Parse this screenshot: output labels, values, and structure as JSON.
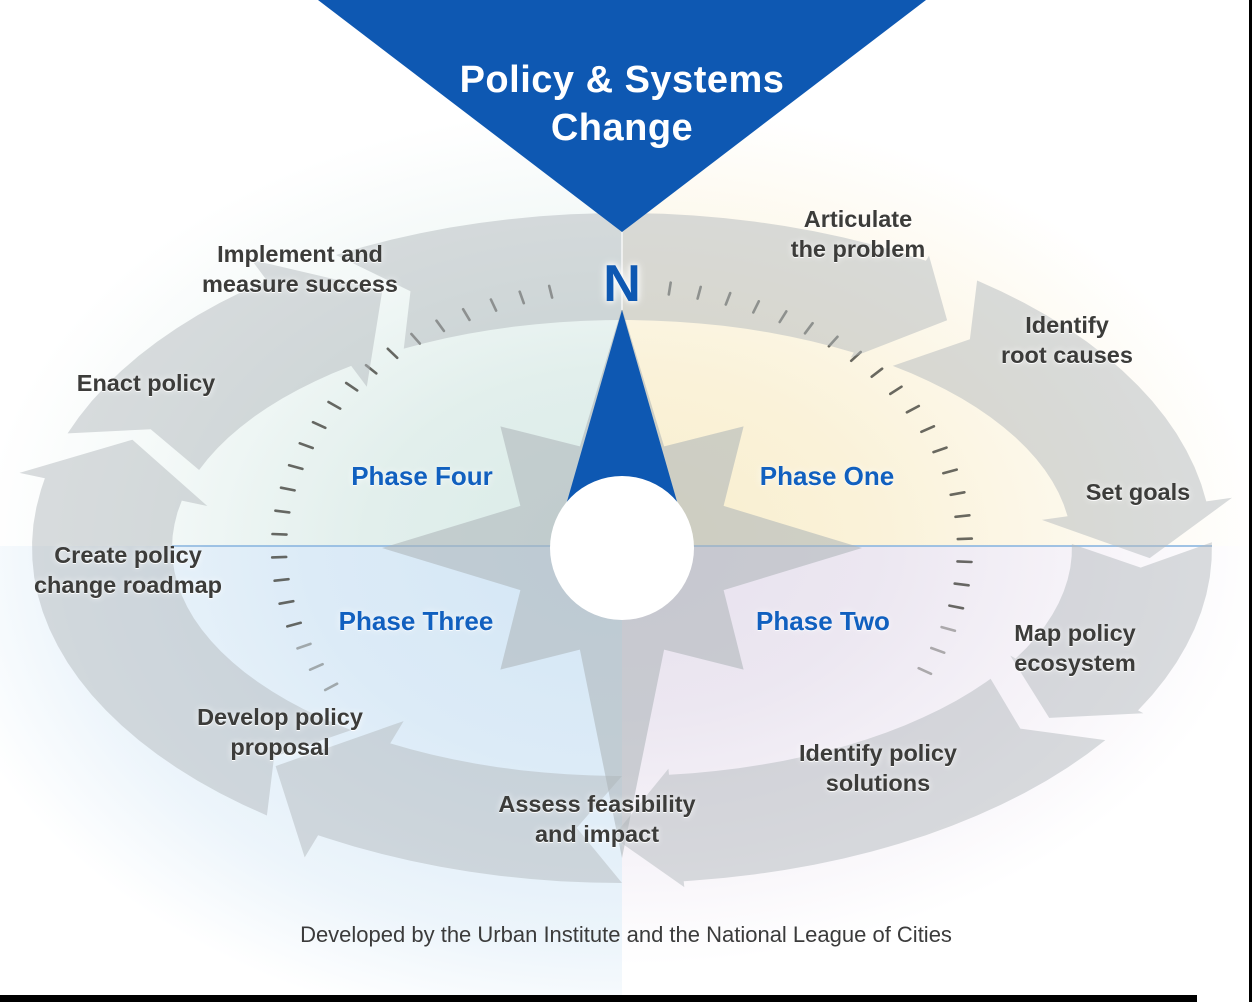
{
  "title": {
    "line1": "Policy & Systems",
    "line2": "Change"
  },
  "compass": {
    "north": "N"
  },
  "phases": [
    {
      "label": "Phase One"
    },
    {
      "label": "Phase Two"
    },
    {
      "label": "Phase Three"
    },
    {
      "label": "Phase Four"
    }
  ],
  "steps": [
    {
      "phase": "Phase One",
      "label": "Articulate\nthe problem"
    },
    {
      "phase": "Phase One",
      "label": "Identify\nroot causes"
    },
    {
      "phase": "Phase One",
      "label": "Set goals"
    },
    {
      "phase": "Phase Two",
      "label": "Map policy\necosystem"
    },
    {
      "phase": "Phase Two",
      "label": "Identify policy\nsolutions"
    },
    {
      "phase": "Phase Two",
      "label": "Assess feasibility\nand impact"
    },
    {
      "phase": "Phase Three",
      "label": "Develop policy\nproposal"
    },
    {
      "phase": "Phase Three",
      "label": "Create policy\nchange roadmap"
    },
    {
      "phase": "Phase Four",
      "label": "Enact policy"
    },
    {
      "phase": "Phase Four",
      "label": "Implement and\nmeasure success"
    }
  ],
  "footer": {
    "credit": "Developed by the Urban Institute and the National League of Cities"
  },
  "colors": {
    "brand_blue": "#0e58b2",
    "phase_blue": "#1160bf",
    "quad_teal": "#dcecea",
    "quad_yellow": "#f8eecd",
    "quad_blue": "#d3e6f5",
    "quad_lavender": "#e7e1ee",
    "arrow_gray": "rgba(180,186,190,0.5)",
    "star_gray": "rgba(172,178,182,0.55)",
    "tick_color": "#45453f",
    "hub_white": "#ffffff"
  }
}
